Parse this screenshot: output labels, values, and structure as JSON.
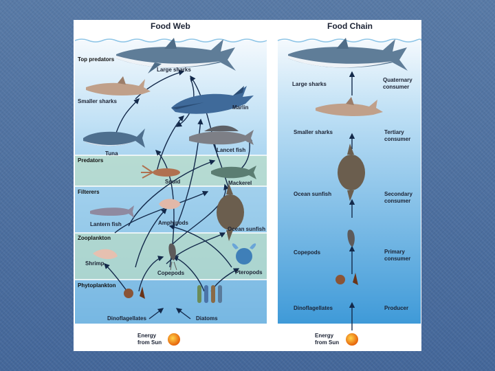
{
  "food_web": {
    "title": "Food Web",
    "bands": [
      "Top predators",
      "Predators",
      "Filterers",
      "Zooplankton",
      "Phytoplankton"
    ],
    "organisms": {
      "large_sharks": "Large sharks",
      "smaller_sharks": "Smaller sharks",
      "marlin": "Marlin",
      "tuna": "Tuna",
      "lancet_fish": "Lancet fish",
      "squid": "Squid",
      "mackerel": "Mackerel",
      "lantern_fish": "Lantern fish",
      "amphipods": "Amphipods",
      "ocean_sunfish": "Ocean sunfish",
      "shrimp": "Shrimp",
      "copepods": "Copepods",
      "pteropods": "Pteropods",
      "dinoflagellates": "Dinoflagellates",
      "diatoms": "Diatoms"
    },
    "energy": [
      "Energy",
      "from Sun"
    ]
  },
  "food_chain": {
    "title": "Food Chain",
    "levels": [
      {
        "organism": "Large sharks",
        "role": [
          "Quaternary",
          "consumer"
        ]
      },
      {
        "organism": "Smaller sharks",
        "role": [
          "Tertiary",
          "consumer"
        ]
      },
      {
        "organism": "Ocean sunfish",
        "role": [
          "Secondary",
          "consumer"
        ]
      },
      {
        "organism": "Copepods",
        "role": [
          "Primary",
          "consumer"
        ]
      },
      {
        "organism": "Dinoflagellates",
        "role": [
          "Producer"
        ]
      }
    ],
    "energy": [
      "Energy",
      "from Sun"
    ]
  },
  "colors": {
    "slide_bg": "#4d6f9c",
    "water_top": "#f2f8fc",
    "water_deep": "#4aa4dc",
    "predator_band": "#b8dccc",
    "zoo_band": "#bcd9cc",
    "shark": "#5f7d98",
    "sun": "#f08a10",
    "arrow": "#13294a"
  }
}
